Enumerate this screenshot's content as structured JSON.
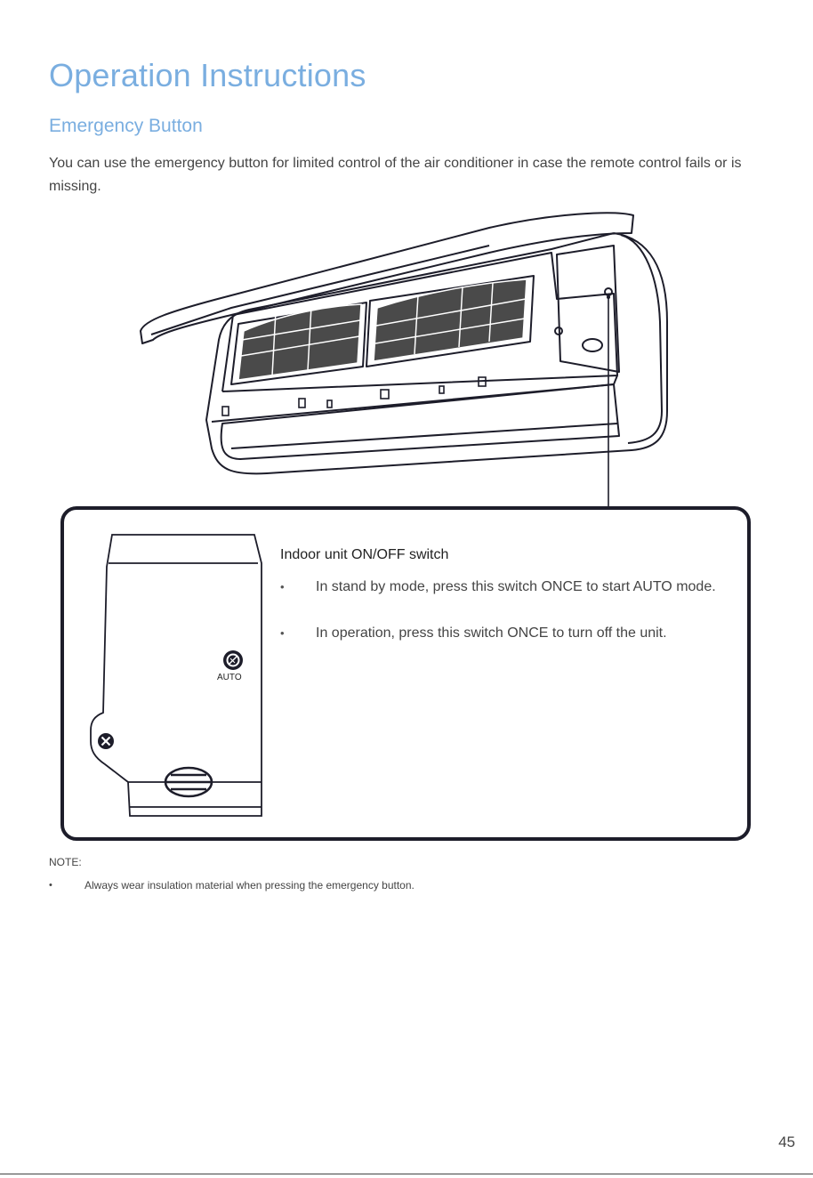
{
  "page": {
    "title": "Operation Instructions",
    "section_title": "Emergency Button",
    "intro": "You can use the emergency button for limited control of the air conditioner in case the remote control fails or is missing.",
    "page_number": "45"
  },
  "detail": {
    "auto_label": "AUTO",
    "title": "Indoor unit ON/OFF switch",
    "items": [
      "In stand by mode, press this switch ONCE to start AUTO mode.",
      "In operation, press this switch ONCE to turn off the unit."
    ]
  },
  "note": {
    "title": "NOTE:",
    "items": [
      "Always wear insulation material when pressing the emergency button."
    ]
  },
  "colors": {
    "heading": "#7aaee0",
    "outline": "#1d1d2a"
  },
  "icons": {
    "emergency_button": "auto-button-icon",
    "screw": "screw-icon"
  }
}
